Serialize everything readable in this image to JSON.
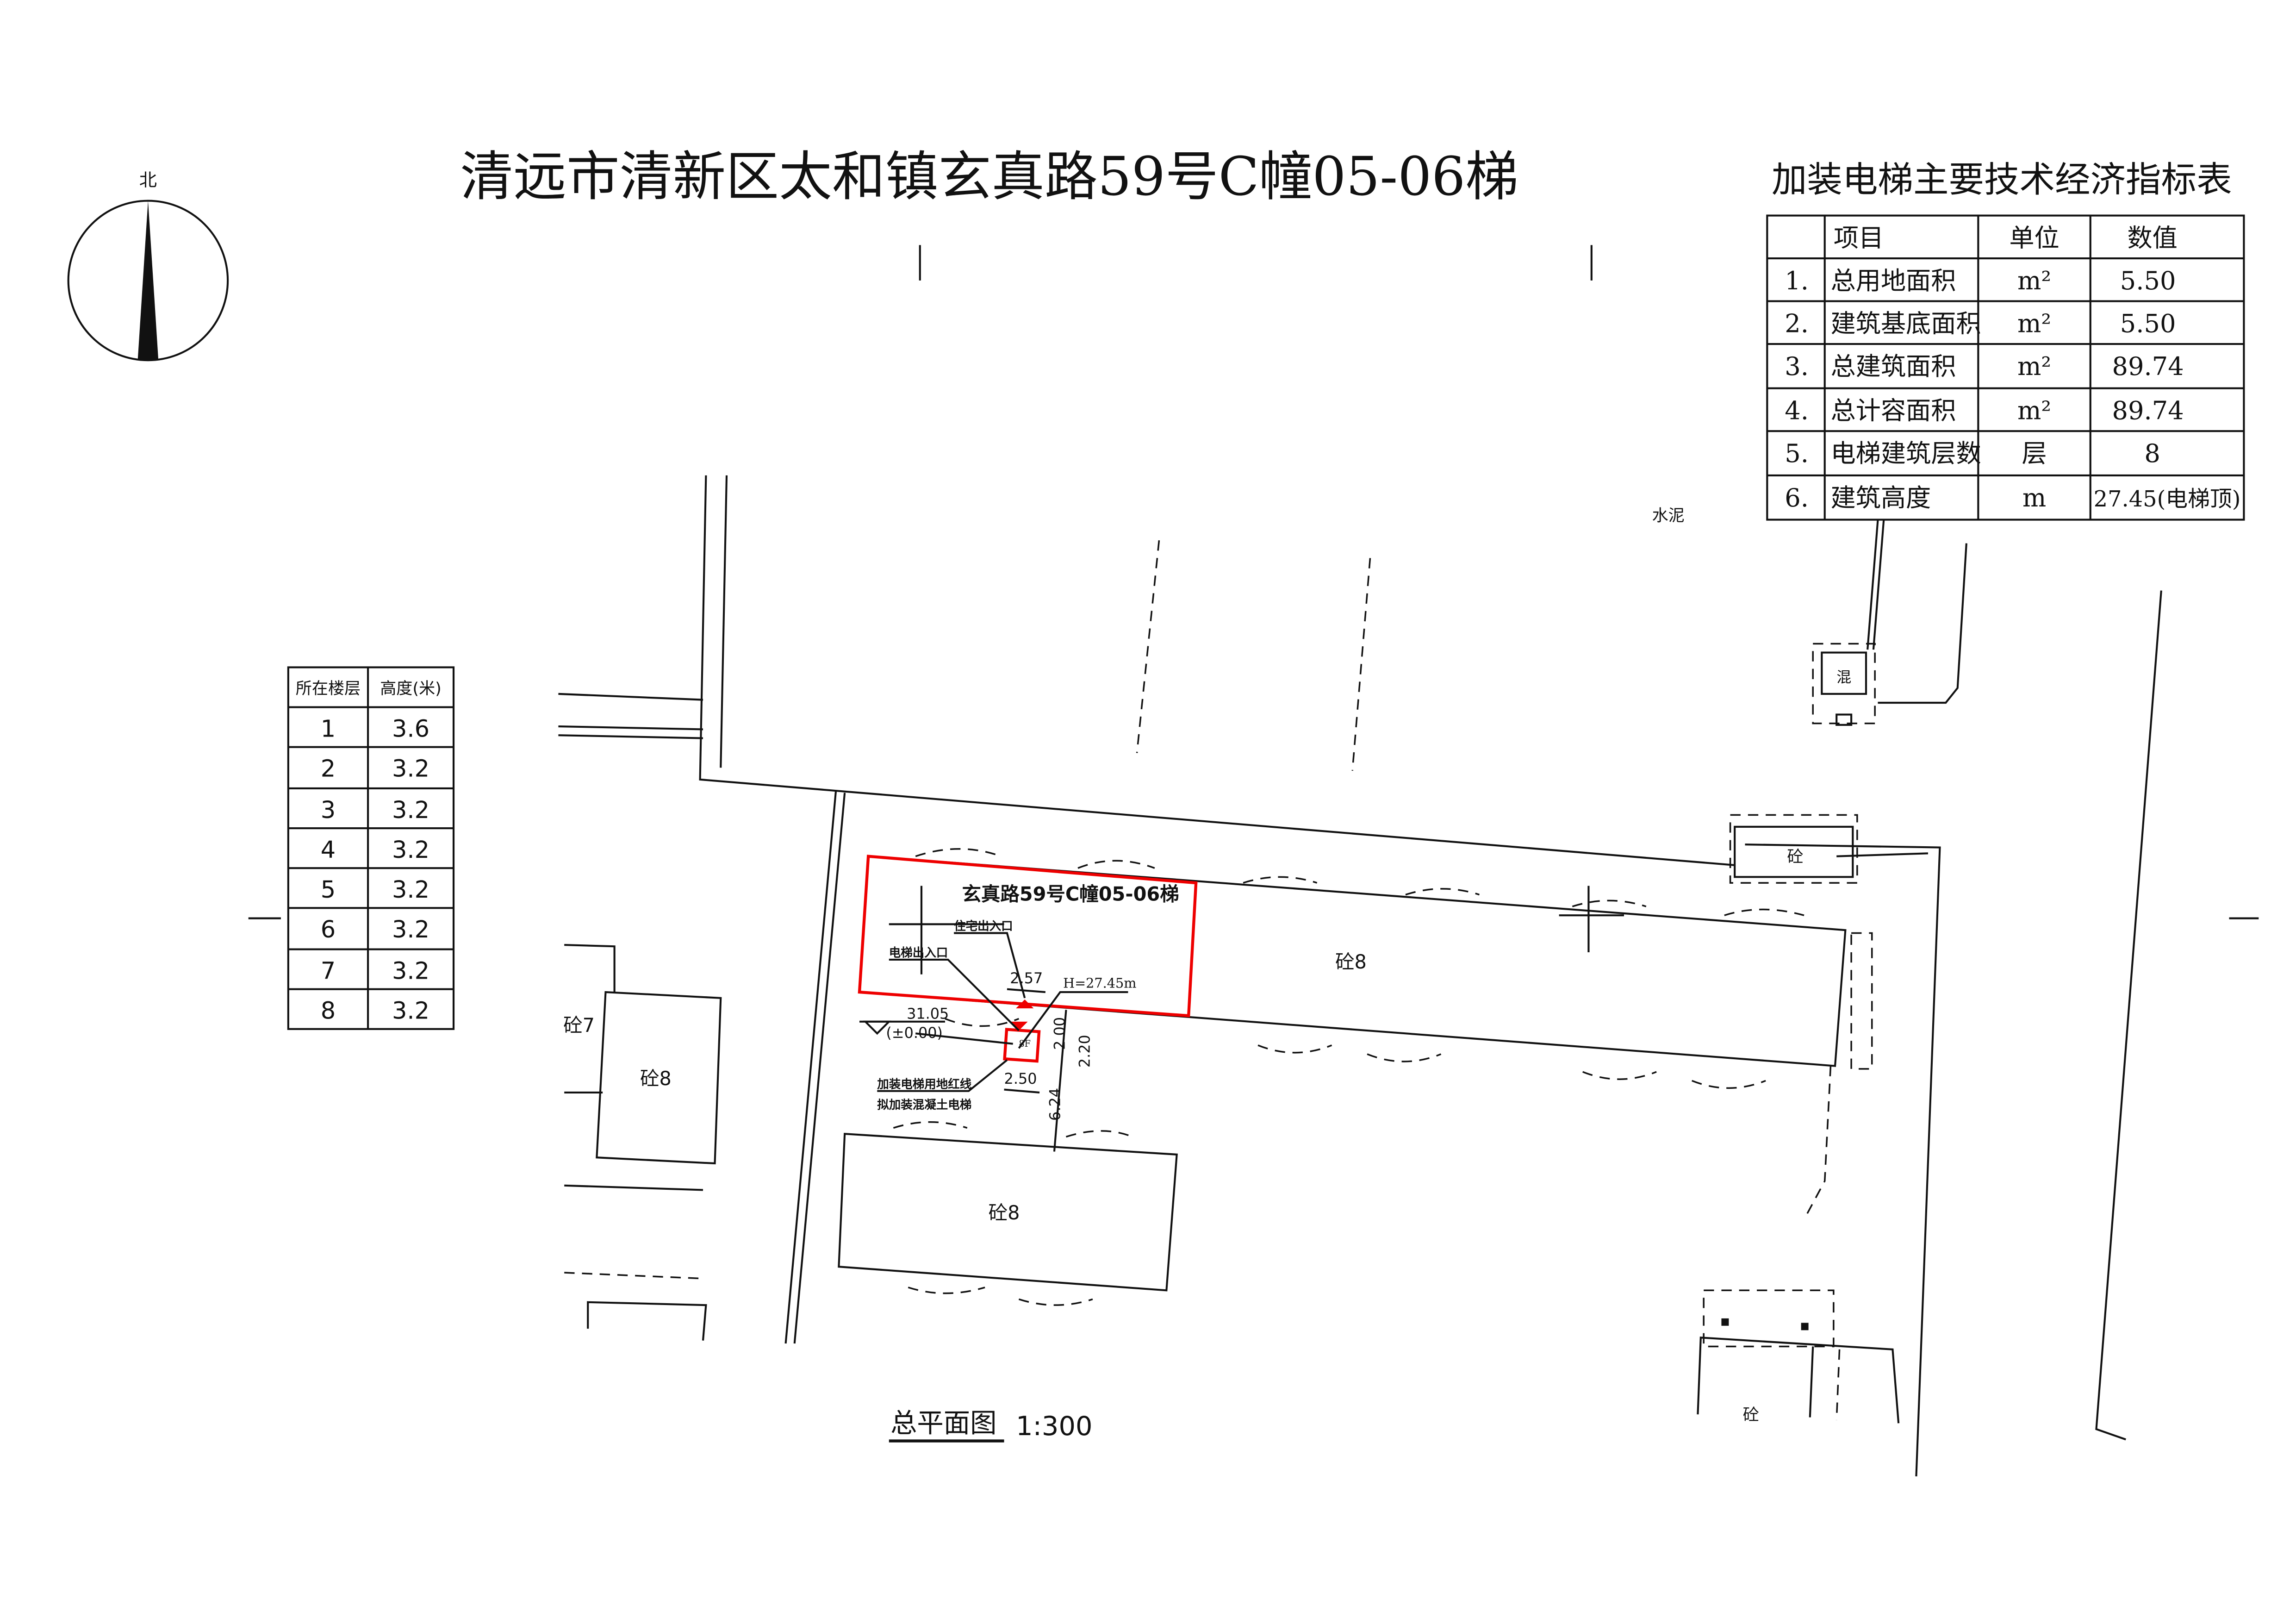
{
  "title": "清远市清新区太和镇玄真路59号C幢05-06梯",
  "north_label": "北",
  "indicator_table": {
    "title": "加装电梯主要技术经济指标表",
    "headers": [
      "",
      "项目",
      "单位",
      "数值"
    ],
    "rows": [
      [
        "1.",
        "总用地面积",
        "m²",
        "5.50"
      ],
      [
        "2.",
        "建筑基底面积",
        "m²",
        "5.50"
      ],
      [
        "3.",
        "总建筑面积",
        "m²",
        "89.74"
      ],
      [
        "4.",
        "总计容面积",
        "m²",
        "89.74"
      ],
      [
        "5.",
        "电梯建筑层数",
        "层",
        "8"
      ],
      [
        "6.",
        "建筑高度",
        "m",
        "27.45(电梯顶)"
      ]
    ]
  },
  "floor_table": {
    "headers": [
      "所在楼层",
      "高度(米)"
    ],
    "rows": [
      [
        "1",
        "3.6"
      ],
      [
        "2",
        "3.2"
      ],
      [
        "3",
        "3.2"
      ],
      [
        "4",
        "3.2"
      ],
      [
        "5",
        "3.2"
      ],
      [
        "6",
        "3.2"
      ],
      [
        "7",
        "3.2"
      ],
      [
        "8",
        "3.2"
      ]
    ]
  },
  "site": {
    "building_label": "玄真路59号C幢05-06梯",
    "residential_entrance": "住宅出入口",
    "elevator_entrance": "电梯出入口",
    "dim_257": "2.57",
    "height_label": "H=27.45m",
    "elevation": "31.05",
    "elevation_rel": "(±0.00)",
    "floors_mark": "8F",
    "dim_200": "2.00",
    "dim_220": "2.20",
    "dim_250": "2.50",
    "dim_624": "6.24",
    "redline_label": "加装电梯用地红线",
    "elevator_note": "拟加装混凝土电梯",
    "b_main": "砼8",
    "b_left": "砼8",
    "b_left_small": "砼7",
    "b_bottom": "砼8",
    "b_right_top": "砼",
    "b_right_bottom": "砼",
    "b_mix": "混",
    "cement": "水泥"
  },
  "caption": {
    "title": "总平面图",
    "scale": "1:300"
  }
}
